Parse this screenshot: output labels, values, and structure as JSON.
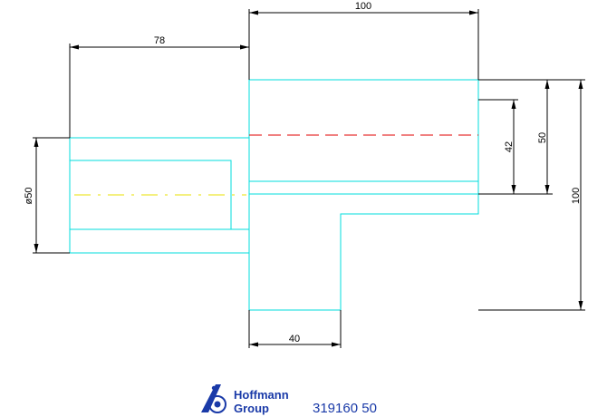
{
  "dimensions": {
    "top_width": "100",
    "left_length": "78",
    "left_diameter": "ø50",
    "inner_42": "42",
    "right_50": "50",
    "right_100": "100",
    "bottom_40": "40"
  },
  "logo": {
    "line1": "Hoffmann",
    "line2": "Group"
  },
  "part_number": "319160 50",
  "colors": {
    "geometry": "#00dede",
    "dimension": "#000000",
    "centerline_main": "#e00000",
    "centerline_bore": "#e8e000",
    "brand": "#1a3aa8"
  }
}
